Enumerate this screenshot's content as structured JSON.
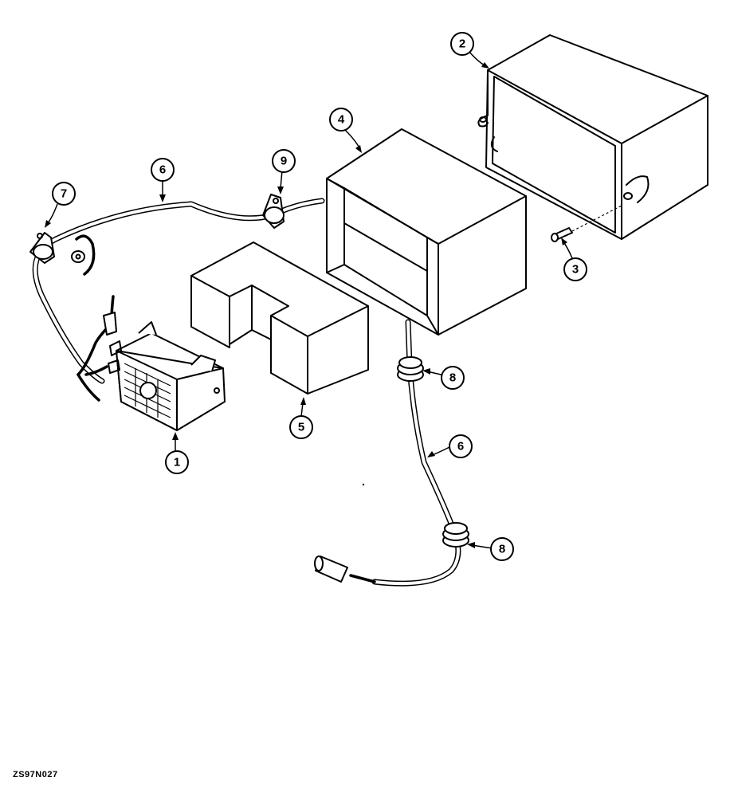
{
  "figure": {
    "id": "ZS97N027"
  },
  "callouts": [
    {
      "label": "1",
      "part": "alarm"
    },
    {
      "label": "2",
      "part": "cover"
    },
    {
      "label": "3",
      "part": "screw"
    },
    {
      "label": "4",
      "part": "liner"
    },
    {
      "label": "5",
      "part": "foam-block"
    },
    {
      "label": "6",
      "part": "wiring-harness-upper"
    },
    {
      "label": "6",
      "part": "wiring-harness-lower"
    },
    {
      "label": "7",
      "part": "clamp-left"
    },
    {
      "label": "8",
      "part": "grommet-upper"
    },
    {
      "label": "8",
      "part": "grommet-lower"
    },
    {
      "label": "9",
      "part": "clamp-right"
    }
  ],
  "colors": {
    "line": "#000000",
    "background": "#ffffff"
  }
}
